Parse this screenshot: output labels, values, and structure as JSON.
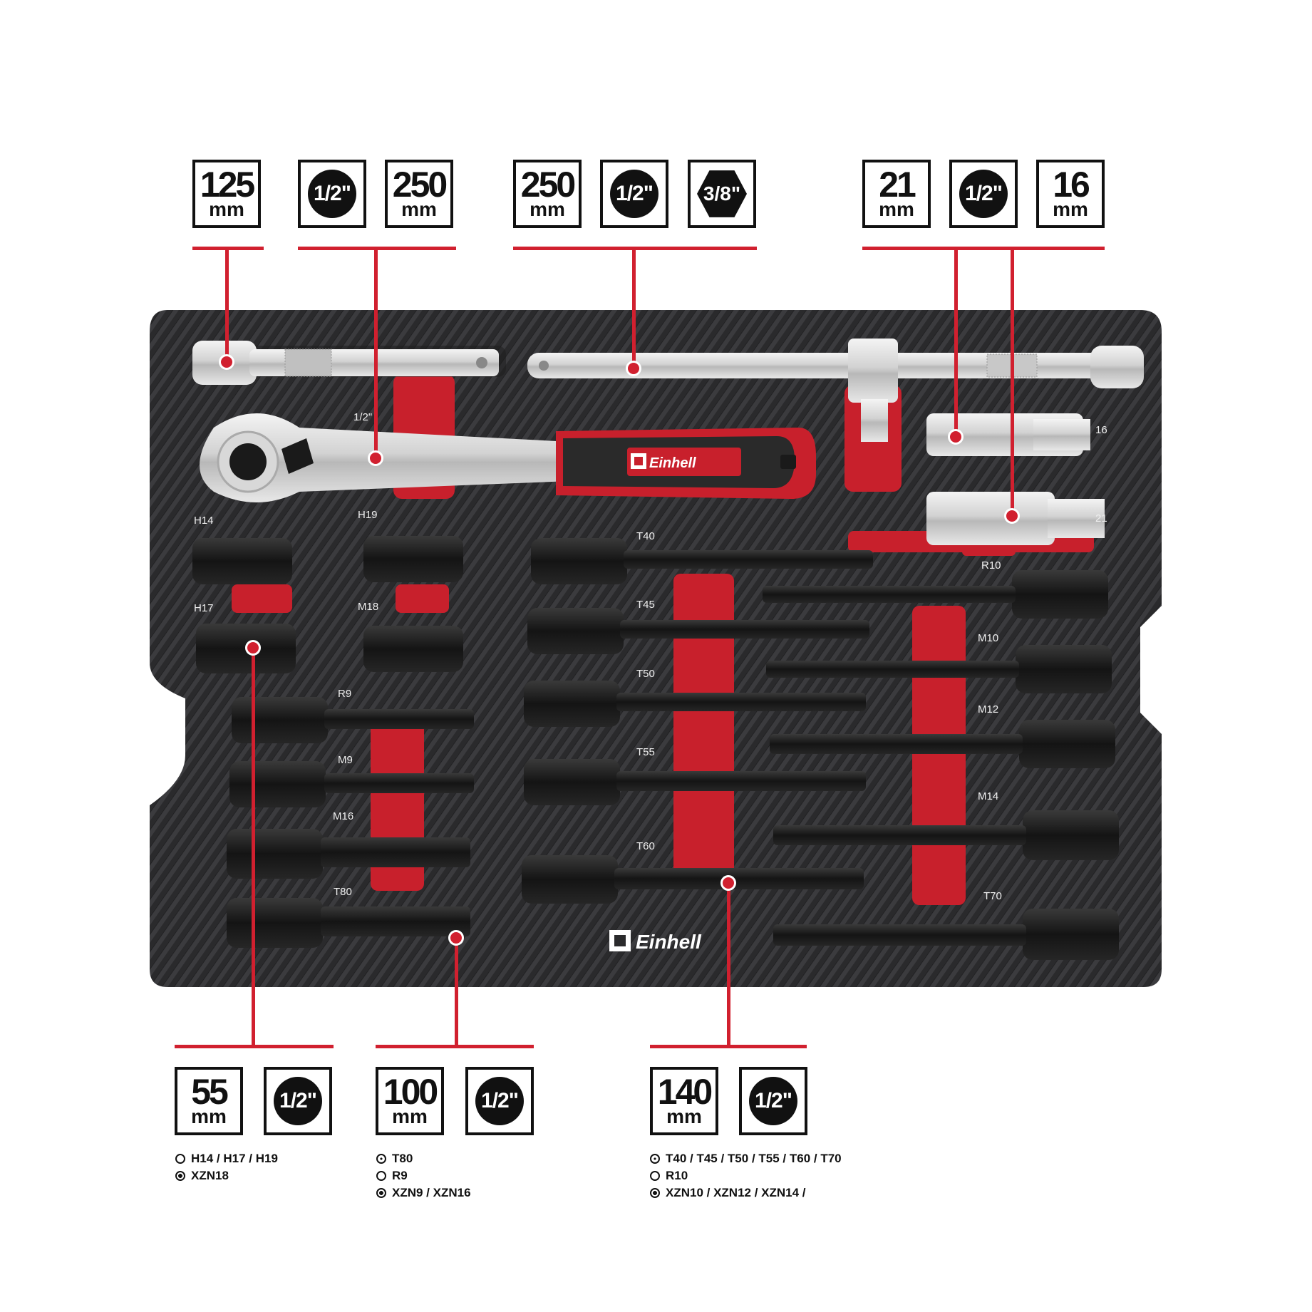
{
  "specs_top": [
    {
      "id": "ext125",
      "num": "125",
      "unit": "mm"
    },
    {
      "id": "ratchet-drive",
      "drive": "1/2\""
    },
    {
      "id": "ratchet-len",
      "num": "250",
      "unit": "mm"
    },
    {
      "id": "tbar-len",
      "num": "250",
      "unit": "mm"
    },
    {
      "id": "tbar-drive",
      "drive": "1/2\""
    },
    {
      "id": "tbar-hex",
      "drive": "3/8\""
    },
    {
      "id": "spark21",
      "num": "21",
      "unit": "mm"
    },
    {
      "id": "spark-drive",
      "drive": "1/2\""
    },
    {
      "id": "spark16",
      "num": "16",
      "unit": "mm"
    }
  ],
  "specs_bottom": [
    {
      "id": "len55",
      "num": "55",
      "unit": "mm"
    },
    {
      "id": "drive55",
      "drive": "1/2\""
    },
    {
      "id": "len100",
      "num": "100",
      "unit": "mm"
    },
    {
      "id": "drive100",
      "drive": "1/2\""
    },
    {
      "id": "len140",
      "num": "140",
      "unit": "mm"
    },
    {
      "id": "drive140",
      "drive": "1/2\""
    }
  ],
  "legends": {
    "len55": [
      {
        "symbol": "hex",
        "text": "H14 / H17 / H19"
      },
      {
        "symbol": "xzn",
        "text": "XZN18"
      }
    ],
    "len100": [
      {
        "symbol": "torx",
        "text": "T80"
      },
      {
        "symbol": "hex",
        "text": "R9"
      },
      {
        "symbol": "xzn",
        "text": "XZN9 / XZN16"
      }
    ],
    "len140": [
      {
        "symbol": "torx",
        "text": "T40 / T45 / T50 / T55 / T60 / T70"
      },
      {
        "symbol": "hex",
        "text": "R10"
      },
      {
        "symbol": "xzn",
        "text": "XZN10 / XZN12 / XZN14 /"
      }
    ]
  },
  "tray_labels": {
    "ratchet": "1/2\"",
    "spark16": "16",
    "spark21": "21",
    "h14": "H14",
    "h19": "H19",
    "h17": "H17",
    "m18": "M18",
    "r9": "R9",
    "m9": "M9",
    "m16": "M16",
    "t80": "T80",
    "t40": "T40",
    "t45": "T45",
    "t50": "T50",
    "t55": "T55",
    "t60": "T60",
    "r10": "R10",
    "m10": "M10",
    "m12": "M12",
    "m14": "M14",
    "t70": "T70"
  },
  "brand": {
    "name": "Einhell",
    "color_red": "#d1202f",
    "color_tray": "#2b2b2d"
  }
}
